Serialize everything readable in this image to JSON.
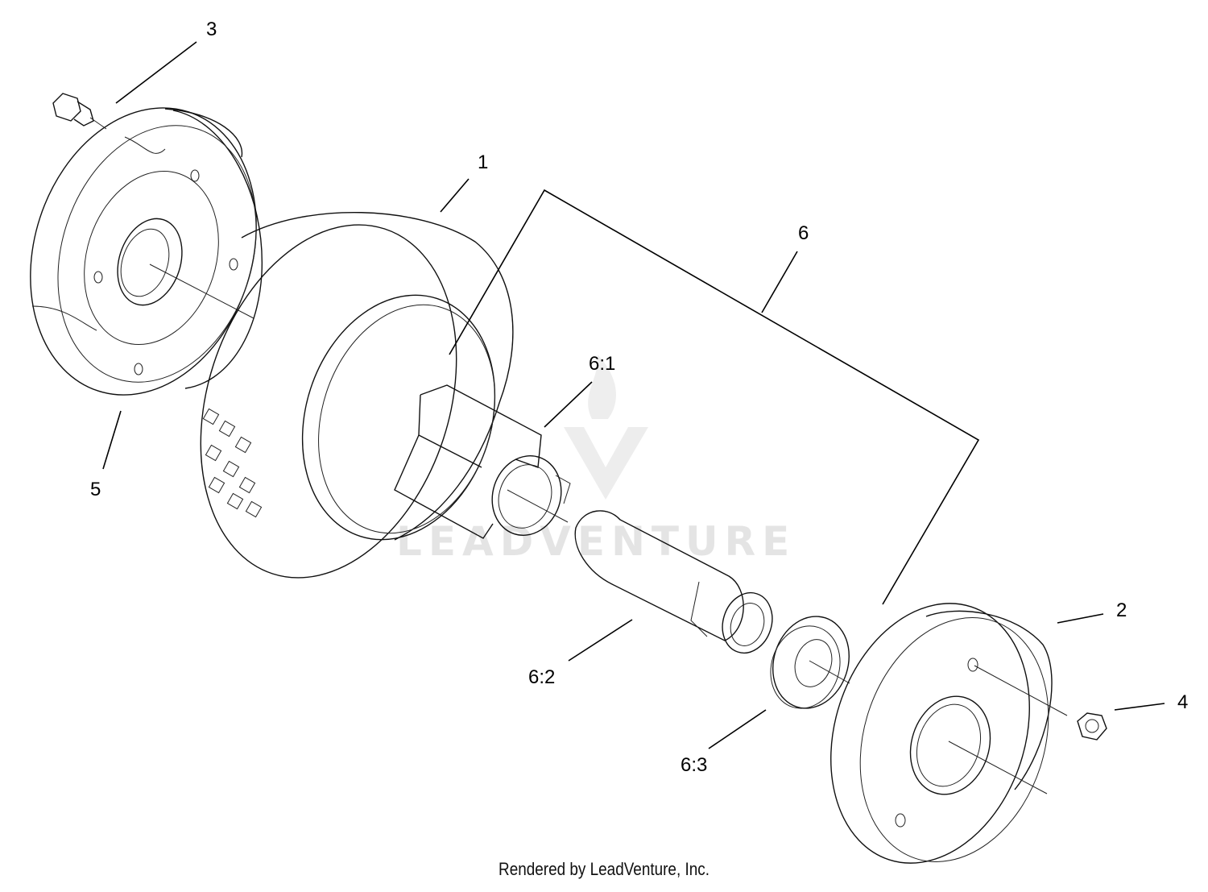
{
  "callouts": {
    "c1": "1",
    "c2": "2",
    "c3": "3",
    "c4": "4",
    "c5": "5",
    "c6": "6",
    "c6_1": "6:1",
    "c6_2": "6:2",
    "c6_3": "6:3"
  },
  "watermark": "LEADVENTURE",
  "footer": {
    "credit": "Rendered by LeadVenture, Inc."
  }
}
